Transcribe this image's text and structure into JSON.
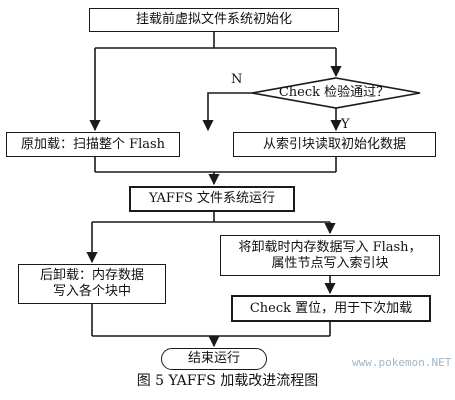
{
  "nodes": {
    "start": "挂载前虚拟文件系统初始化",
    "check_decision": "Check 检验通过？",
    "full_scan": "原加载：扫描整个 Flash",
    "read_index": "从索引块读取初始化数据",
    "run": "YAFFS 文件系统运行",
    "unmount_write_flash": [
      "将卸载时内存数据写入 Flash，",
      "属性节点写入索引块"
    ],
    "post_unmount": [
      "后卸载：内存数据",
      "写入各个块中"
    ],
    "check_set": "Check 置位，用于下次加载",
    "end": "结束运行"
  },
  "edge_labels": {
    "no": "N",
    "yes": "Y"
  },
  "caption": "图 5  YAFFS 加载改进流程图",
  "watermark": "www.pokemon.NET",
  "colors": {
    "line": "#1a1a1a",
    "watermark": "#9fb7c9"
  }
}
